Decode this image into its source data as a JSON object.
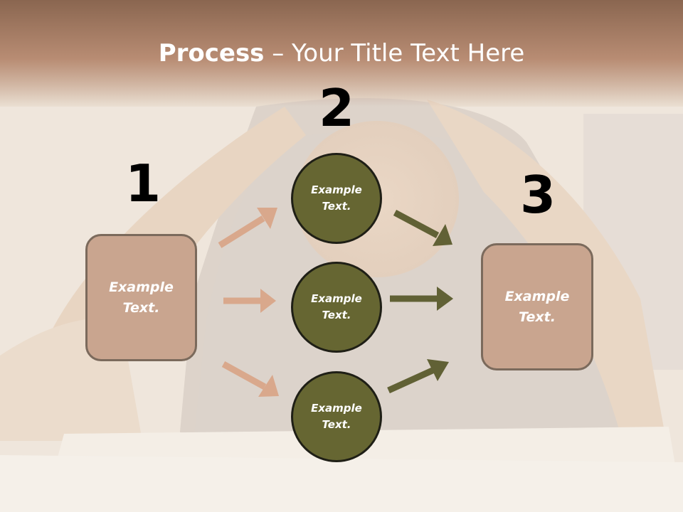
{
  "slide": {
    "title_bold": "Process",
    "title_rest": " – Your Title Text Here",
    "steps": [
      {
        "number": "1",
        "label": "Example\nText."
      },
      {
        "number": "2",
        "labels": [
          "Example\nText.",
          "Example\nText.",
          "Example\nText."
        ]
      },
      {
        "number": "3",
        "label": "Example\nText."
      }
    ]
  },
  "colors": {
    "box_fill": "#c9a58f",
    "circle_fill": "#666632",
    "left_arrow": "#d9a88c",
    "right_arrow": "#616135",
    "header": "#b88c73"
  }
}
